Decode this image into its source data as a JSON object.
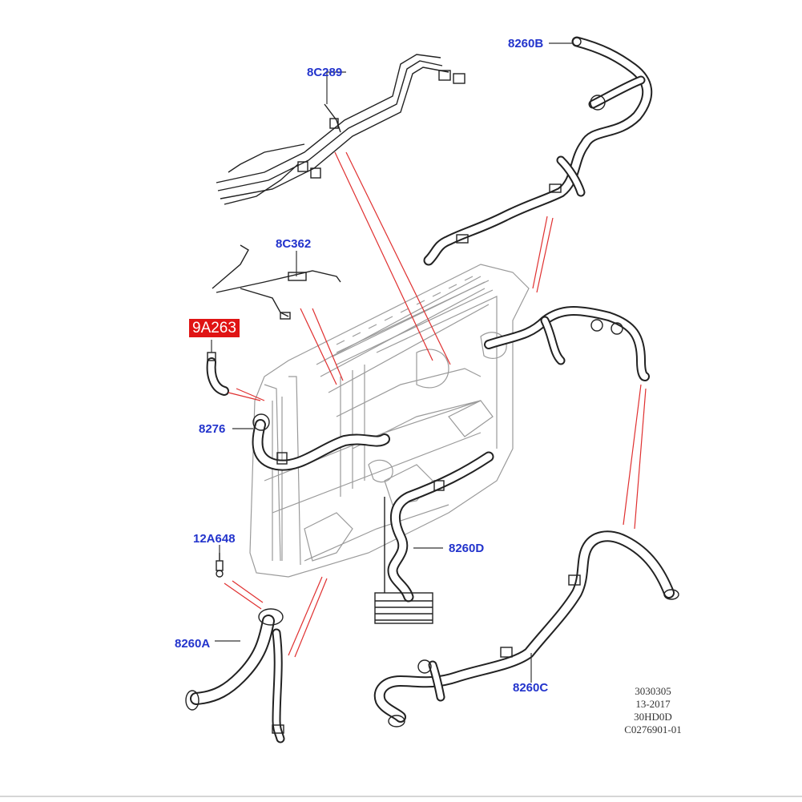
{
  "diagram": {
    "callouts": {
      "c8c289": "8C289",
      "c8260b": "8260B",
      "c8c362": "8C362",
      "c9a263": "9A263",
      "c8276": "8276",
      "c12a648": "12A648",
      "c8260d": "8260D",
      "c8260a": "8260A",
      "c8260c": "8260C"
    },
    "reference_lines": [
      "3030305",
      "13-2017",
      "30HD0D",
      "C0276901-01"
    ],
    "highlight_color": "#e01414",
    "callout_color": "#2233cc",
    "leader_color": "#e03030"
  }
}
